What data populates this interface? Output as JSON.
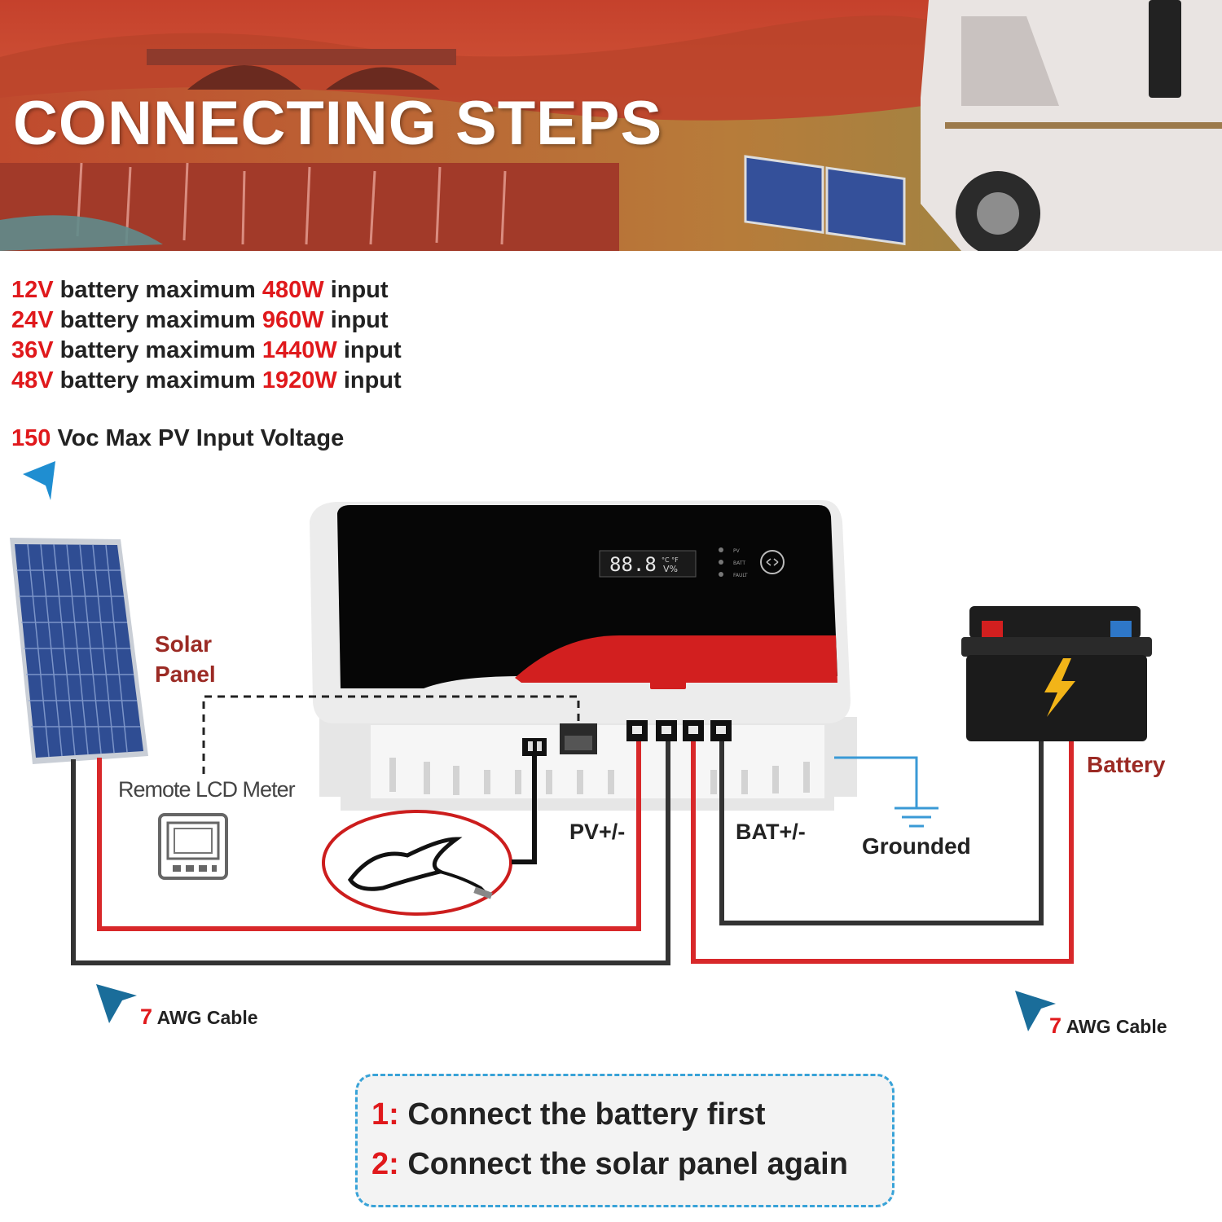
{
  "banner": {
    "title": "CONNECTING STEPS"
  },
  "specs": [
    {
      "voltage": "12V",
      "middle": " battery maximum ",
      "power": "480W",
      "suffix": " input"
    },
    {
      "voltage": "24V",
      "middle": " battery maximum ",
      "power": "960W",
      "suffix": " input"
    },
    {
      "voltage": "36V",
      "middle": " battery maximum ",
      "power": "1440W",
      "suffix": " input"
    },
    {
      "voltage": "48V",
      "middle": " battery maximum ",
      "power": "1920W",
      "suffix": " input"
    }
  ],
  "pv_voltage": {
    "value": "150",
    "text": " Voc Max PV Input Voltage"
  },
  "controller": {
    "display_digits": "88.8",
    "display_units_top": "°C °F",
    "display_units_bottom": "V%",
    "leds": [
      "PV",
      "BATT",
      "FAULT"
    ]
  },
  "labels": {
    "solar_panel_line1": "Solar",
    "solar_panel_line2": "Panel",
    "remote_meter": "Remote LCD Meter",
    "pv_terminal": "PV+/-",
    "bat_terminal": "BAT+/-",
    "grounded": "Grounded",
    "battery": "Battery"
  },
  "cables": [
    {
      "gauge": "7",
      "text": " AWG Cable"
    },
    {
      "gauge": "7",
      "text": " AWG Cable"
    }
  ],
  "steps": [
    {
      "num": "1:",
      "text": " Connect the battery first"
    },
    {
      "num": "2:",
      "text": " Connect the solar panel again"
    }
  ],
  "colors": {
    "accent_red": "#e0191c",
    "label_maroon": "#9b2a24",
    "wire_red": "#d8282a",
    "wire_black": "#333333",
    "ground_blue": "#3a9ad6",
    "arrow_blue": "#1f8ed1",
    "step_border": "#39a3d8"
  }
}
